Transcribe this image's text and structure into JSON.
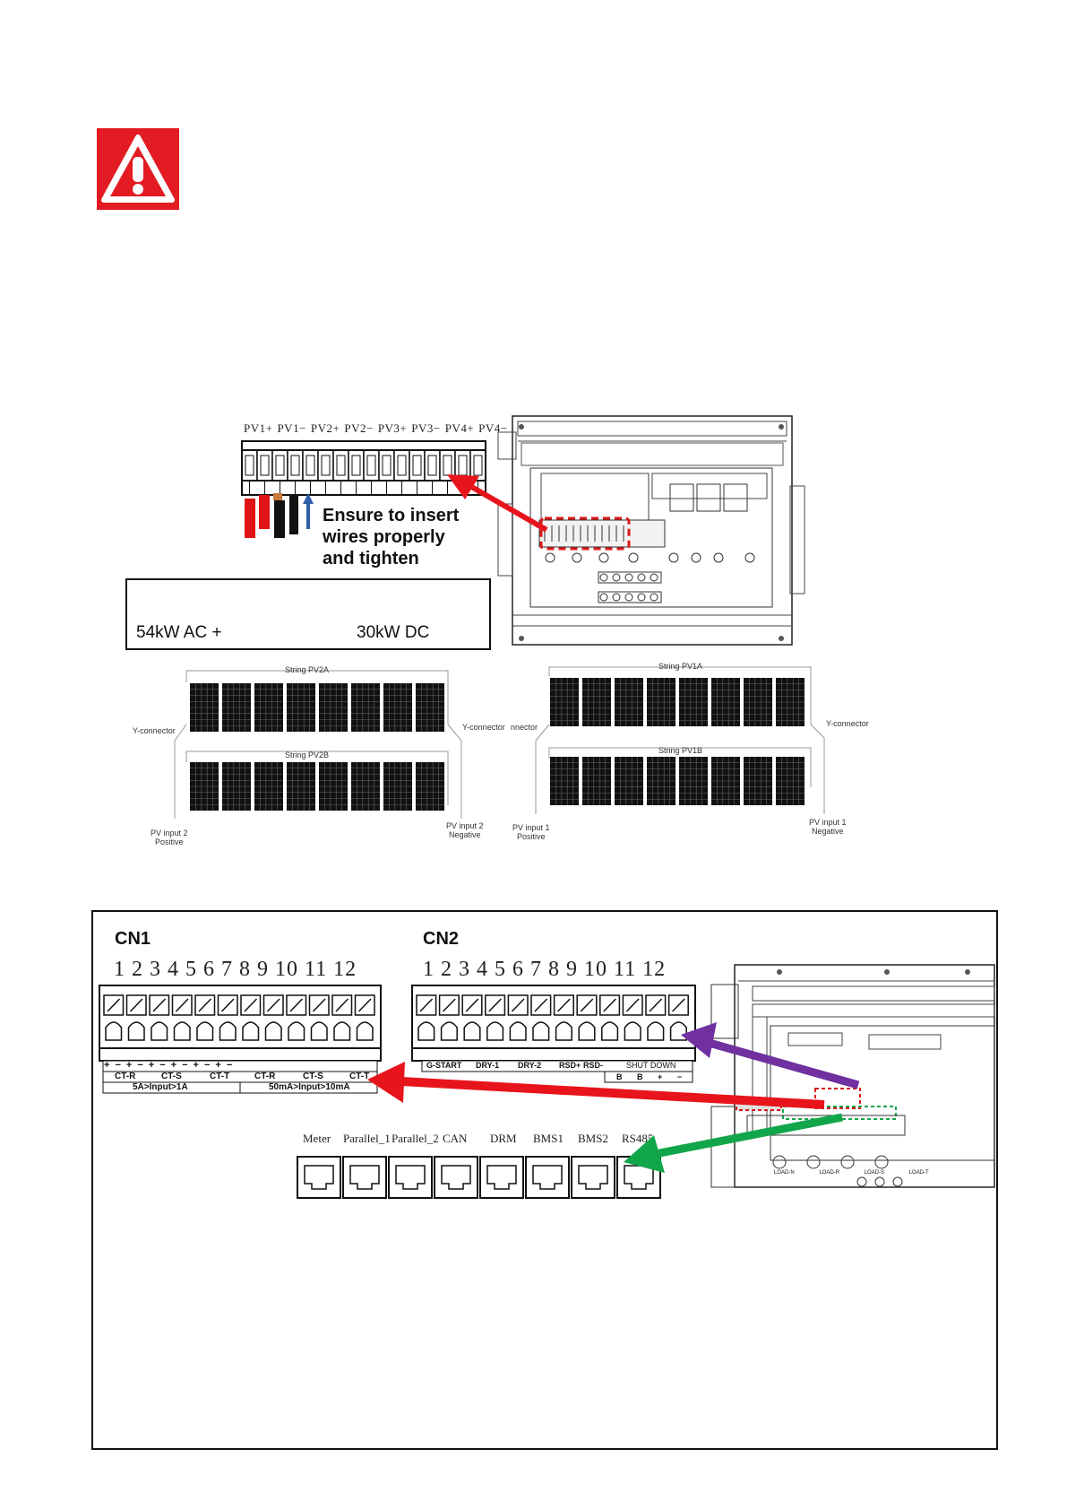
{
  "warning": {
    "icon": "warning-triangle-icon",
    "color": "#e31b23"
  },
  "pv_terminals": {
    "labels": [
      "PV1+",
      "PV1−",
      "PV2+",
      "PV2−",
      "PV3+",
      "PV3−",
      "PV4+",
      "PV4−"
    ],
    "note": [
      "Ensure to insert",
      "wires properly",
      "and tighten"
    ]
  },
  "spec": {
    "ac": "54kW AC +",
    "dc": "30kW DC"
  },
  "strings": {
    "pv2a": "String PV2A",
    "pv2b": "String PV2B",
    "pv1a": "String PV1A",
    "pv1b": "String PV1B",
    "yconn_left": "Y-connector",
    "yconn_mid": "Y-connector",
    "yconn_mid_overlap": "nnector",
    "yconn_right": "Y-connector",
    "pv2_pos": [
      "PV input 2",
      "Positive"
    ],
    "pv2_neg": [
      "PV input 2",
      "Negative"
    ],
    "pv1_pos": [
      "PV input 1",
      "Positive"
    ],
    "pv1_neg": [
      "PV input 1",
      "Negative"
    ]
  },
  "cn1": {
    "title": "CN1",
    "numbers": "1 2 3 4 5 6 7 8 9 10 11 12",
    "polarity": [
      "+",
      "−",
      "+",
      "−",
      "+",
      "−",
      "+",
      "−",
      "+",
      "−",
      "+",
      "−"
    ],
    "groups": [
      "CT-R",
      "CT-S",
      "CT-T",
      "CT-R",
      "CT-S",
      "CT-T"
    ],
    "ranges": [
      "5A>Input>1A",
      "50mA>Input>10mA"
    ]
  },
  "cn2": {
    "title": "CN2",
    "numbers": "1 2 3 4 5 6 7 8 9 10 11 12",
    "groups": [
      "G-START",
      "DRY-1",
      "DRY-2",
      "RSD+",
      "RSD-",
      "SHUT DOWN"
    ],
    "sub": [
      "B",
      "B",
      "+",
      "−"
    ]
  },
  "rj45": {
    "labels": [
      "Meter",
      "Parallel_1",
      "Parallel_2",
      "CAN",
      "DRM",
      "BMS1",
      "BMS2",
      "RS485"
    ]
  },
  "board_labels": [
    "LOAD-N",
    "LOAD-R",
    "LOAD-S",
    "LOAD-T"
  ],
  "arrow_colors": {
    "red": "#e8141c",
    "purple": "#7030a0",
    "green": "#12a64a"
  }
}
